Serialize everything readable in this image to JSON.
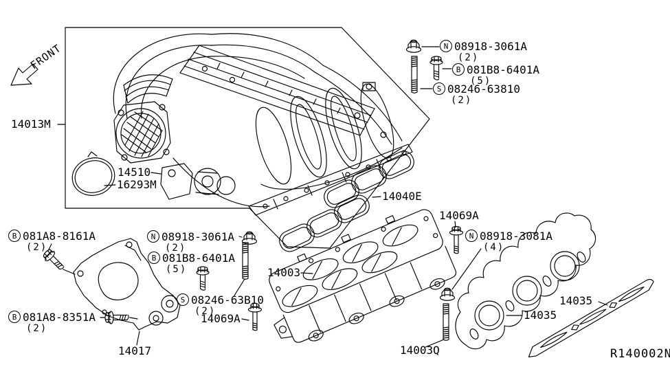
{
  "diagram": {
    "front_arrow_label": "FRONT",
    "drawing_number": "R140002N"
  },
  "callouts": {
    "c14013M": {
      "text": "14013M"
    },
    "c14510": {
      "text": "14510"
    },
    "c16293M": {
      "text": "16293M"
    },
    "c14040E": {
      "text": "14040E"
    },
    "c14003": {
      "text": "14003"
    },
    "c14003Q": {
      "text": "14003Q"
    },
    "c14017": {
      "text": "14017"
    },
    "c14069A_top": {
      "text": "14069A"
    },
    "c14069A_mid": {
      "text": "14069A"
    },
    "c14035_front": {
      "text": "14035"
    },
    "c14035_edge": {
      "text": "14035"
    },
    "tr_nut": {
      "circle": "N",
      "text": "08918-3061A",
      "qty": "(2)"
    },
    "tr_bolt": {
      "circle": "B",
      "text": "081B8-6401A",
      "qty": "(5)"
    },
    "tr_stud": {
      "circle": "S",
      "text": "08246-63810",
      "qty": "(2)"
    },
    "mid_nut": {
      "circle": "N",
      "text": "08918-3061A",
      "qty": "(2)"
    },
    "mid_bolt": {
      "circle": "B",
      "text": "081B8-6401A",
      "qty": "(5)"
    },
    "mid_stud": {
      "circle": "S",
      "text": "08246-63B10",
      "qty": "(2)"
    },
    "right_nut": {
      "circle": "N",
      "text": "08918-3081A",
      "qty": "(4)"
    },
    "left_bolt1": {
      "circle": "B",
      "text": "081A8-8161A",
      "qty": "(2)"
    },
    "left_bolt2": {
      "circle": "B",
      "text": "081A8-8351A",
      "qty": "(2)"
    }
  }
}
